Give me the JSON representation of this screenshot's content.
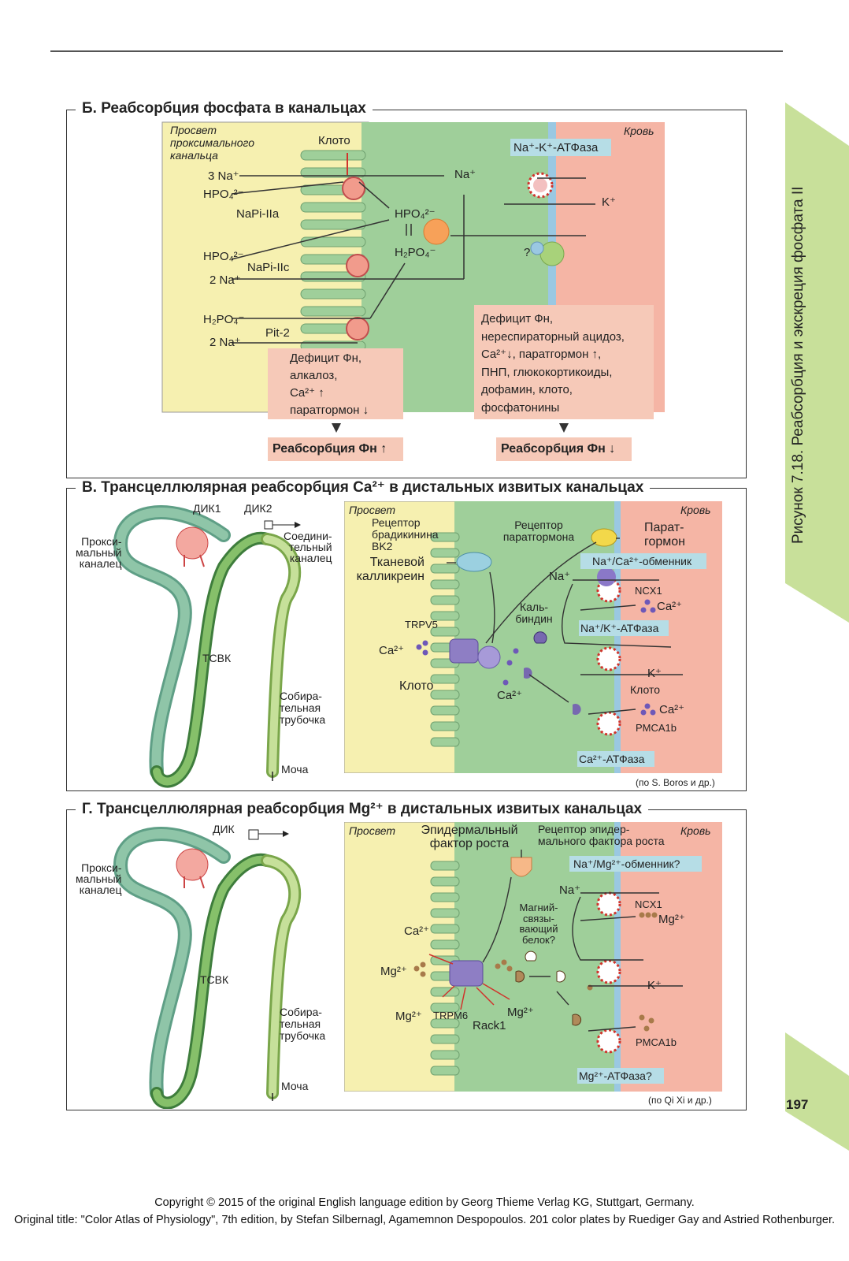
{
  "page": {
    "number": "197",
    "sidebar_label": "Рисунок 7.18. Реабсорбция и экскреция фосфата II",
    "copyright_line1": "Copyright © 2015 of the original English language edition by Georg Thieme Verlag KG, Stuttgart, Germany.",
    "copyright_line2": "Original title: \"Color Atlas of Physiology\", 7th edition, by Stefan Silbernagl, Agamemnon Despopoulos. 201 color plates by Ruediger Gay and Astried Rothenburger."
  },
  "colors": {
    "lumen": "#f6f0b0",
    "cell": "#9fcf9a",
    "blood": "#f5b5a5",
    "membrane": "#9ac8e2",
    "info_box": "#f6c9b8",
    "sidebar": "#c8e09a"
  },
  "panelB": {
    "title": "Б. Реабсорбция фосфата в канальцах",
    "lumen_label": [
      "Просвет",
      "проксимального",
      "канальца"
    ],
    "blood_label": "Кровь",
    "kloto": "Клото",
    "na3": "3 Na⁺",
    "hpo4_1": "HPO₄²⁻",
    "napi2a": "NaPi-IIa",
    "hpo4_2": "HPO₄²⁻",
    "napi2c": "NaPi-IIc",
    "na2_1": "2 Na⁺",
    "h2po4_1": "H₂PO₄⁻",
    "pit2": "Pit-2",
    "na2_2": "2 Na⁺",
    "na_cell": "Na⁺",
    "hpo4_cell": "HPO₄²⁻",
    "h2po4_cell": "H₂PO₄⁻",
    "atpase": "Na⁺-K⁺-АТФаза",
    "k": "K⁺",
    "question": "?",
    "box_left": [
      "Дефицит Фн,",
      "алкалоз,",
      "Ca²⁺ ↑",
      "паратгормон ↓"
    ],
    "box_right": [
      "Дефицит Фн,",
      "нереспираторный ацидоз,",
      "Ca²⁺↓, паратгормон ↑,",
      "ПНП, глюкокортикоиды,",
      "дофамин, клото,",
      "фосфатонины"
    ],
    "result_left": "Реабсорбция Фн ↑",
    "result_right": "Реабсорбция Фн ↓"
  },
  "panelV": {
    "title": "В. Трансцеллюлярная реабсорбция Ca²⁺ в дистальных извитых канальцах",
    "dik1": "ДИК1",
    "dik2": "ДИК2",
    "proximal": [
      "Прокси-",
      "мальный",
      "каналец"
    ],
    "connecting": [
      "Соедини-",
      "тельный",
      "каналец"
    ],
    "tsvk": "ТСВК",
    "collecting": [
      "Собира-",
      "тельная",
      "трубочка"
    ],
    "urine": "Моча",
    "lumen": "Просвет",
    "blood": "Кровь",
    "bk2": [
      "Рецептор",
      "брадикинина",
      "BK2"
    ],
    "kallikrein": [
      "Тканевой",
      "калликреин"
    ],
    "pth_receptor": [
      "Рецептор",
      "паратгормона"
    ],
    "pth": [
      "Парат-",
      "гормон"
    ],
    "exchanger": "Na⁺/Ca²⁺-обменник",
    "na": "Na⁺",
    "ncx1": "NCX1",
    "ca_out": "Ca²⁺",
    "calbindin": [
      "Каль-",
      "биндин"
    ],
    "atpase": "Na⁺/K⁺-АТФаза",
    "trpv5": "TRPV5",
    "ca_lumen": "Ca²⁺",
    "kloto": "Клото",
    "ca_cell": "Ca²⁺",
    "k": "K⁺",
    "kloto2": "Клото",
    "ca_out2": "Ca²⁺",
    "pmca": "PMCA1b",
    "ca_atpase": "Ca²⁺-АТФаза",
    "source": "(по S. Boros и др.)"
  },
  "panelG": {
    "title": "Г. Трансцеллюлярная реабсорбция Mg²⁺ в дистальных извитых канальцах",
    "dik": "ДИК",
    "proximal": [
      "Прокси-",
      "мальный",
      "каналец"
    ],
    "tsvk": "ТСВК",
    "collecting": [
      "Собира-",
      "тельная",
      "трубочка"
    ],
    "urine": "Моча",
    "lumen": "Просвет",
    "blood": "Кровь",
    "egf": [
      "Эпидермальный",
      "фактор роста"
    ],
    "egf_receptor": [
      "Рецептор эпидер-",
      "мального фактора роста"
    ],
    "exchanger": "Na⁺/Mg²⁺-обменник?",
    "na": "Na⁺",
    "ncx1": "NCX1",
    "mg_out": "Mg²⁺",
    "binding": [
      "Магний-",
      "связы-",
      "вающий",
      "белок?"
    ],
    "ca": "Ca²⁺",
    "mg_lumen": "Mg²⁺",
    "mg_lumen2": "Mg²⁺",
    "trpm6": "TRPM6",
    "rack1": "Rack1",
    "mg_cell": "Mg²⁺",
    "k": "K⁺",
    "pmca": "PMCA1b",
    "mg_atpase": "Mg²⁺-АТФаза?",
    "source": "(по Qi Xi и др.)"
  }
}
